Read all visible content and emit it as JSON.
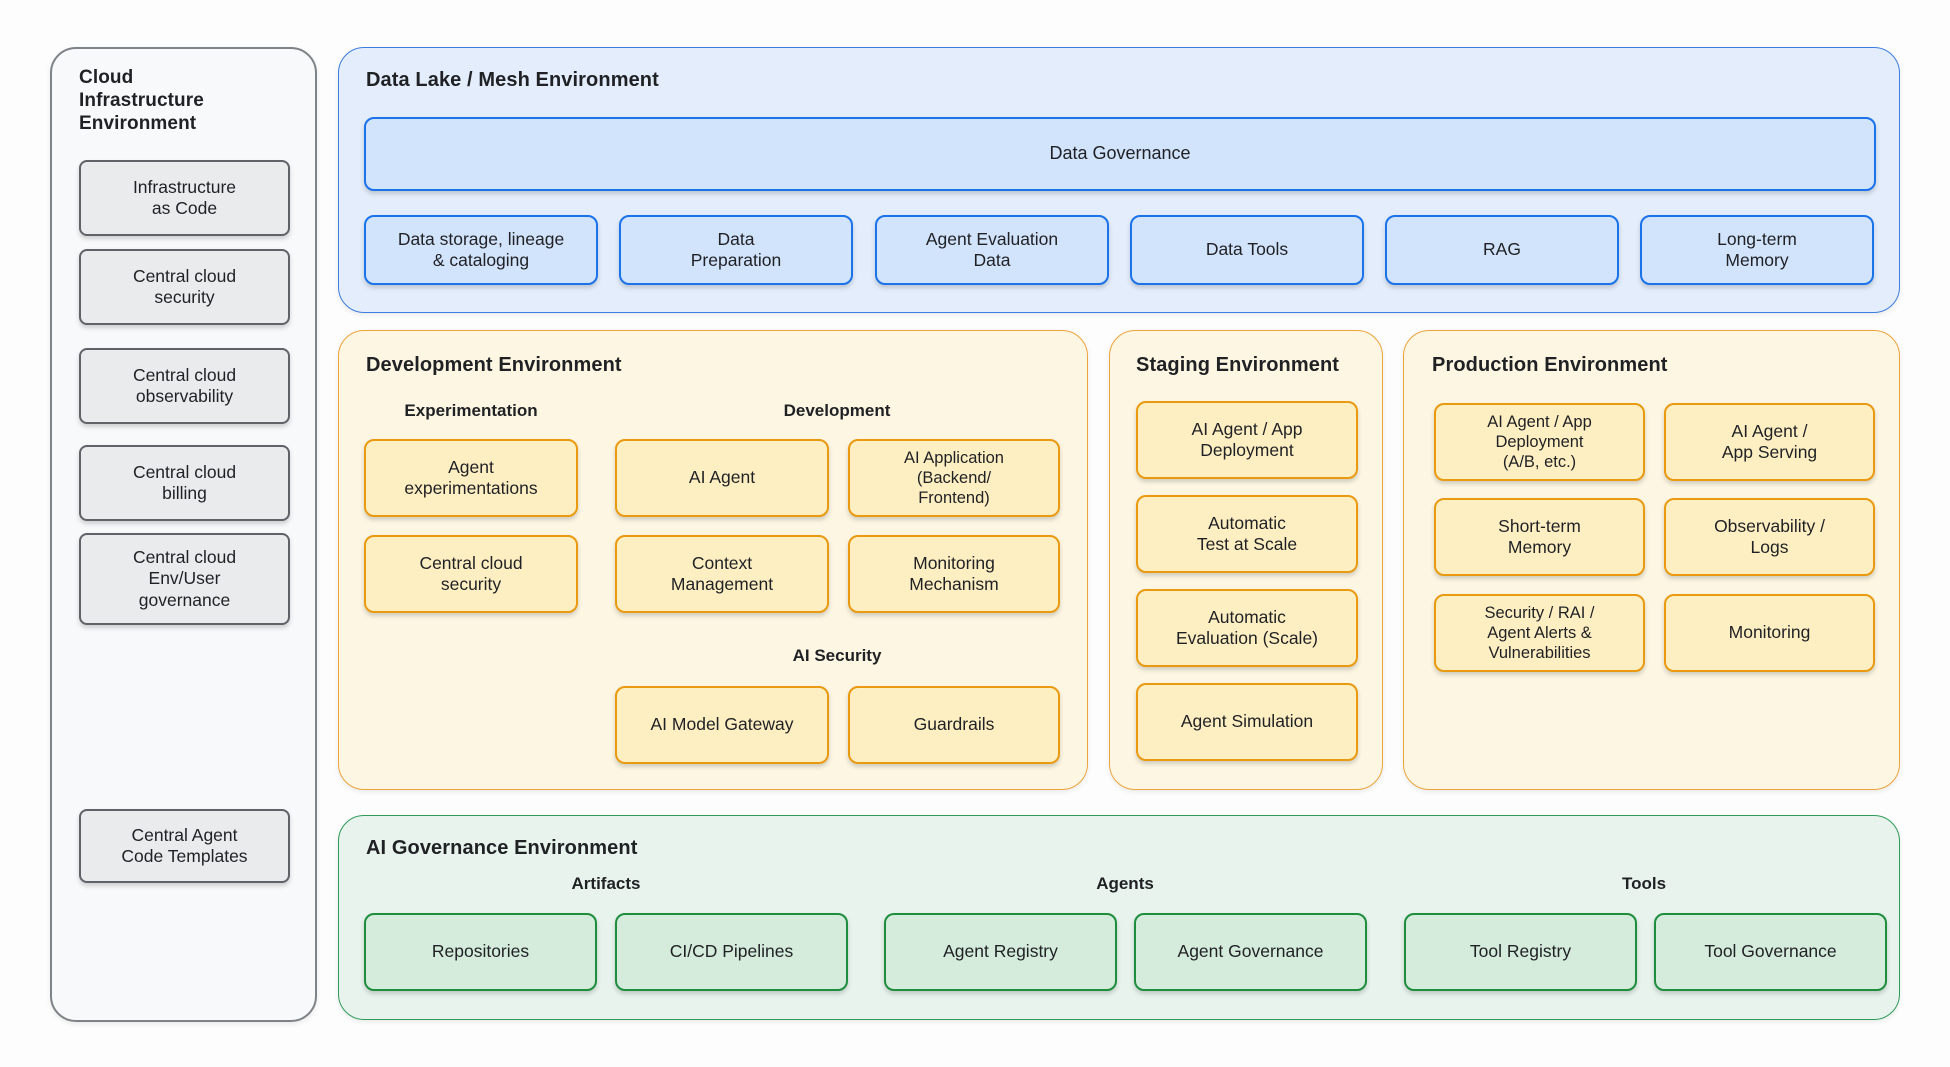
{
  "palette": {
    "text": "#1f2124",
    "gray_panel_bg": "#f8f9fa",
    "gray_panel_border": "#7e8387",
    "gray_box_bg": "#e9ebec",
    "gray_box_border": "#5f6368",
    "blue_panel_bg": "#e4edfb",
    "blue_panel_border": "#3c7de0",
    "blue_box_bg": "#d2e3fc",
    "blue_box_border": "#1a73e8",
    "yellow_panel_bg": "#fdf6e2",
    "yellow_panel_border": "#eca33c",
    "yellow_box_bg": "#feefc3",
    "yellow_box_border": "#ea9a10",
    "green_panel_bg": "#e7f3ec",
    "green_panel_border": "#2e9b58",
    "green_box_bg": "#d5ecdc",
    "green_box_border": "#1e8e3e"
  },
  "cloud_infrastructure": {
    "title": "Cloud\nInfrastructure\nEnvironment",
    "boxes": [
      "Infrastructure\nas Code",
      "Central cloud\nsecurity",
      "Central cloud\nobservability",
      "Central cloud\nbilling",
      "Central cloud\nEnv/User\ngovernance",
      "Central Agent\nCode Templates"
    ]
  },
  "data_lake": {
    "title": "Data Lake / Mesh Environment",
    "governance": "Data Governance",
    "boxes": [
      "Data storage, lineage\n& cataloging",
      "Data\nPreparation",
      "Agent Evaluation\nData",
      "Data Tools",
      "RAG",
      "Long-term\nMemory"
    ]
  },
  "development": {
    "title": "Development Environment",
    "group_experimentation": "Experimentation",
    "group_development": "Development",
    "group_ai_security": "AI Security",
    "experimentation_boxes": [
      "Agent\nexperimentations",
      "Central cloud\nsecurity"
    ],
    "development_col1": [
      "AI Agent",
      "Context\nManagement"
    ],
    "development_col2": [
      "AI Application\n(Backend/\nFrontend)",
      "Monitoring\nMechanism"
    ],
    "ai_security_boxes": [
      "AI Model Gateway",
      "Guardrails"
    ]
  },
  "staging": {
    "title": "Staging Environment",
    "boxes": [
      "AI Agent / App\nDeployment",
      "Automatic\nTest at Scale",
      "Automatic\nEvaluation (Scale)",
      "Agent Simulation"
    ]
  },
  "production": {
    "title": "Production Environment",
    "boxes": [
      "AI Agent / App\nDeployment\n(A/B, etc.)",
      "AI Agent /\nApp Serving",
      "Short-term\nMemory",
      "Observability /\nLogs",
      "Security / RAI /\nAgent Alerts &\nVulnerabilities",
      "Monitoring"
    ]
  },
  "ai_governance": {
    "title": "AI Governance Environment",
    "group_artifacts": "Artifacts",
    "group_agents": "Agents",
    "group_tools": "Tools",
    "artifacts_boxes": [
      "Repositories",
      "CI/CD Pipelines"
    ],
    "agents_boxes": [
      "Agent Registry",
      "Agent Governance"
    ],
    "tools_boxes": [
      "Tool Registry",
      "Tool Governance"
    ]
  }
}
